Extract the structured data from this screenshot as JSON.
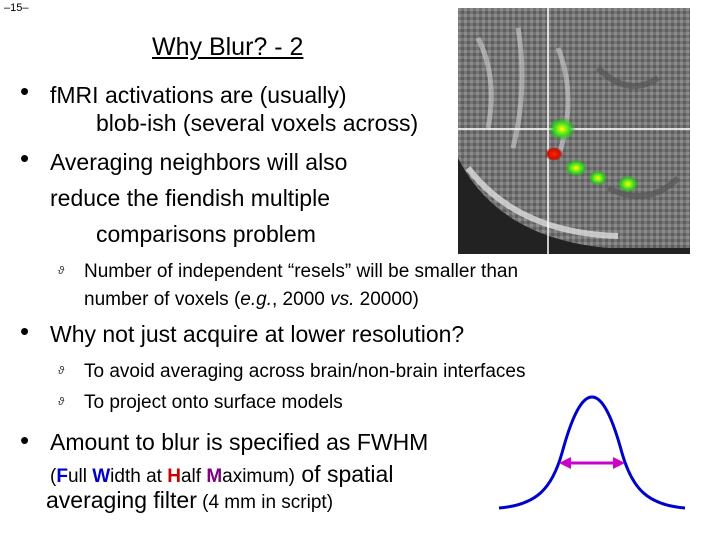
{
  "page_number": "–15–",
  "title": "Why Blur? - 2",
  "bullets": [
    {
      "line1": "fMRI activations are (usually)",
      "line2": "blob-ish (several voxels across)"
    },
    {
      "line1": "Averaging neighbors will also",
      "line2": "reduce the fiendish multiple",
      "line3": "comparisons problem"
    }
  ],
  "sub1": {
    "line1": "Number of independent “resels” will be smaller than",
    "line2_a": "number of voxels (",
    "line2_eg": "e.g.",
    "line2_b": ", 2000 ",
    "line2_vs": "vs.",
    "line2_c": " 20000)"
  },
  "bullet3": "Why not just acquire at lower resolution?",
  "sub2": [
    "To avoid averaging across brain/non-brain interfaces",
    "To project onto surface models"
  ],
  "bullet4": {
    "line1": "Amount to blur is specified as FWHM",
    "paren_open": "(",
    "F": "F",
    "ull": "ull ",
    "W": "W",
    "idth_at": "idth at ",
    "H": "H",
    "alf": "alf ",
    "M": "M",
    "aximum": "aximum)",
    "of_spatial": " of spatial",
    "line3_a": "averaging filter",
    "line3_b": " (4 mm in script)"
  },
  "colors": {
    "curve": "#0000cc",
    "fwhm_arrow": "#cc00cc",
    "F": "#0000cc",
    "W": "#0000cc",
    "H": "#cc0000",
    "M": "#800080"
  },
  "icons": {
    "bullet": "bullet-dot",
    "subbullet": "flame-subbullet"
  }
}
